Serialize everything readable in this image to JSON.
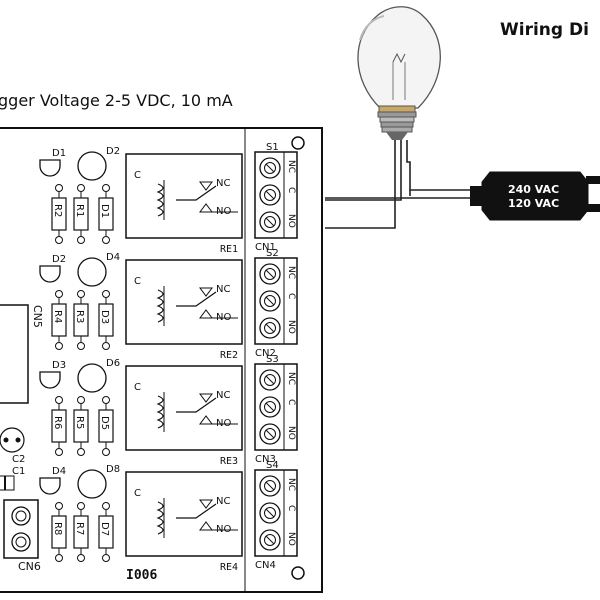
{
  "header": {
    "title": "Wiring Di",
    "trigger_text": "gger Voltage 2-5 VDC, 10 mA"
  },
  "board": {
    "code": "I006",
    "connector_label": "CN5",
    "bottom_connector": "CN6",
    "capacitors": [
      "C1",
      "C2"
    ],
    "channels": [
      {
        "relay": "RE1",
        "screw": "S1",
        "terminal": "CN1",
        "diode_top": "D1",
        "led_top": "D2",
        "resistors": [
          "R2",
          "R1",
          "D1"
        ],
        "relay_c": "C",
        "relay_nc": "NC",
        "relay_no": "NO"
      },
      {
        "relay": "RE2",
        "screw": "S2",
        "terminal": "CN2",
        "diode_top": "D2",
        "led_top": "D4",
        "resistors": [
          "R4",
          "R3",
          "D3"
        ],
        "relay_c": "C",
        "relay_nc": "NC",
        "relay_no": "NO"
      },
      {
        "relay": "RE3",
        "screw": "S3",
        "terminal": "CN3",
        "diode_top": "D3",
        "led_top": "D6",
        "resistors": [
          "R6",
          "R5",
          "D5"
        ],
        "relay_c": "C",
        "relay_nc": "NC",
        "relay_no": "NO"
      },
      {
        "relay": "RE4",
        "screw": "S4",
        "terminal": "CN4",
        "diode_top": "D4",
        "led_top": "D8",
        "resistors": [
          "R8",
          "R7",
          "D7"
        ],
        "relay_c": "C",
        "relay_nc": "NC",
        "relay_no": "NO"
      }
    ],
    "pin_labels": [
      "NC",
      "C",
      "NO"
    ]
  },
  "power": {
    "line1": "240 VAC",
    "line2": "120 VAC"
  }
}
